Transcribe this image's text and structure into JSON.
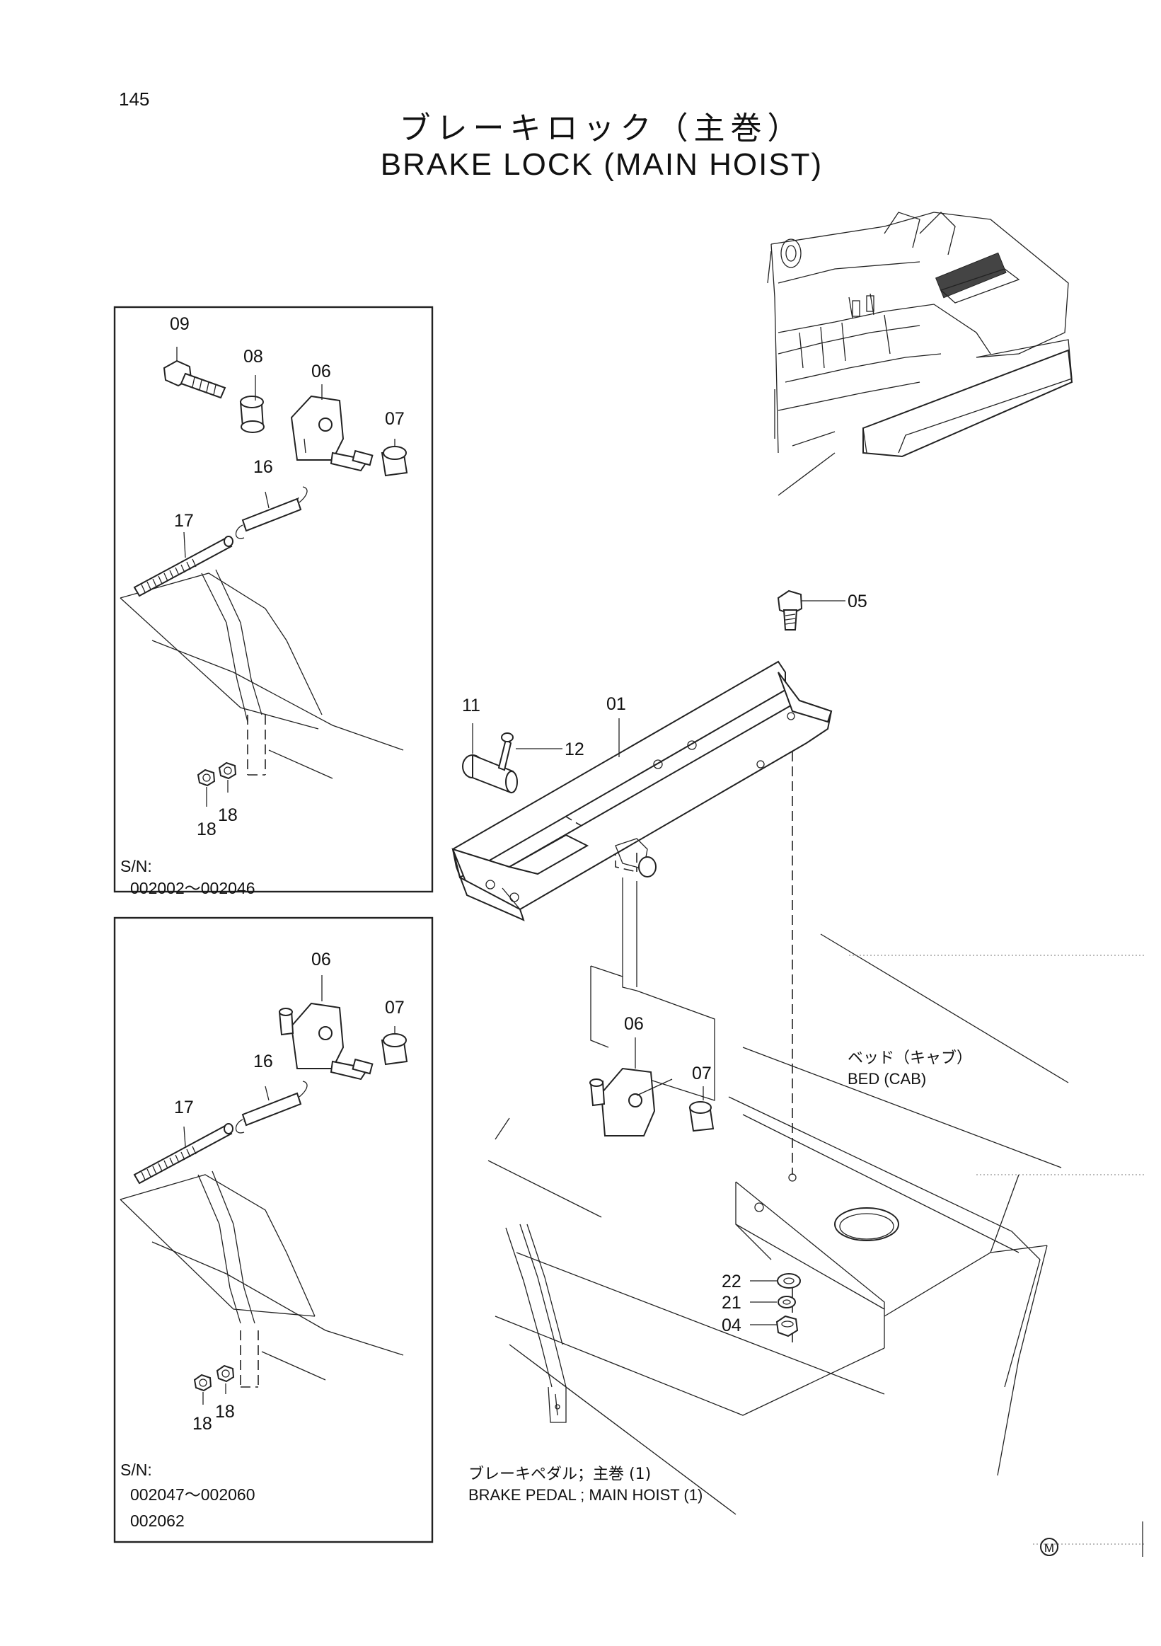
{
  "page_number": "145",
  "title_jp": "ブレーキロック（主巻）",
  "title_en": "BRAKE LOCK (MAIN HOIST)",
  "inset_top": {
    "labels": {
      "p09": "09",
      "p08": "08",
      "p06": "06",
      "p07": "07",
      "p16": "16",
      "p17": "17",
      "p18a": "18",
      "p18b": "18"
    },
    "sn_label": "S/N:",
    "sn_range": "002002～002046"
  },
  "inset_bottom": {
    "labels": {
      "p06": "06",
      "p07": "07",
      "p16": "16",
      "p17": "17",
      "p18a": "18",
      "p18b": "18"
    },
    "sn_label": "S/N:",
    "sn_range": "002047～002060",
    "sn_extra": "002062"
  },
  "main": {
    "labels": {
      "p05": "05",
      "p01": "01",
      "p11": "11",
      "p12": "12",
      "p06": "06",
      "p07": "07",
      "p22": "22",
      "p21": "21",
      "p04": "04"
    },
    "bed_jp": "ベッド（キャブ）",
    "bed_en": "BED (CAB)",
    "pedal_jp": "ブレーキペダル；主巻 (1)",
    "pedal_en": "BRAKE PEDAL ; MAIN HOIST (1)",
    "mark": "M"
  }
}
